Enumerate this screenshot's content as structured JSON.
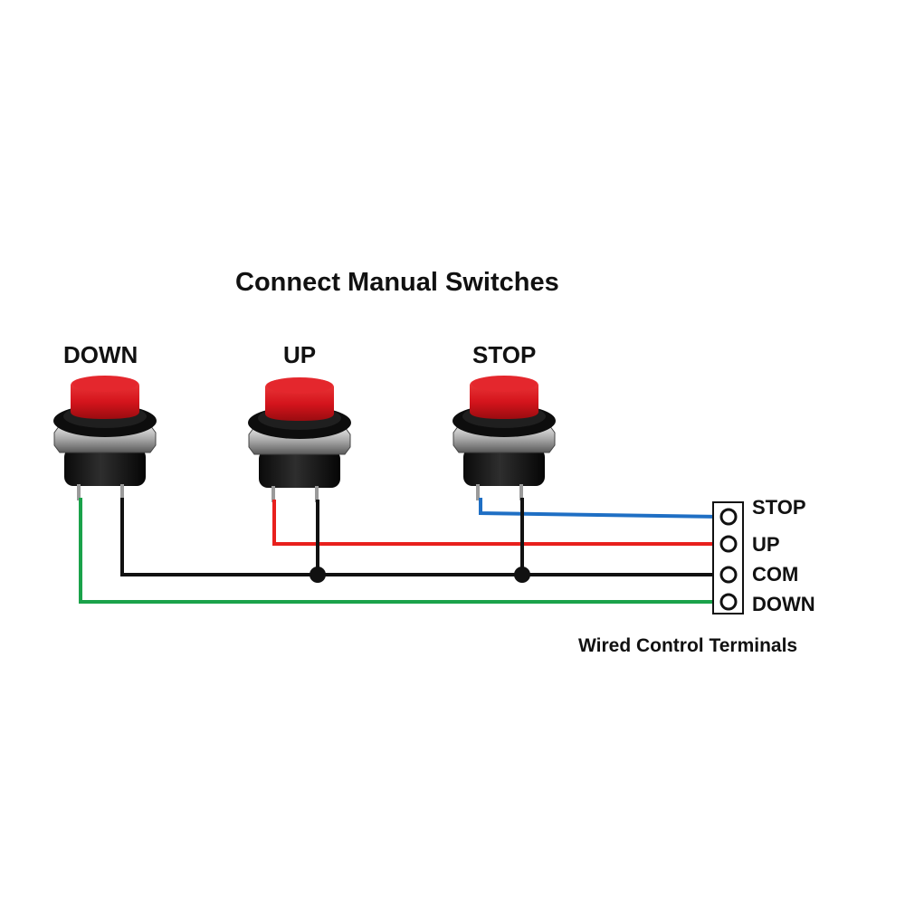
{
  "title": "Connect Manual Switches",
  "switches": [
    {
      "label": "DOWN"
    },
    {
      "label": "UP"
    },
    {
      "label": "STOP"
    }
  ],
  "terminals": [
    "STOP",
    "UP",
    "COM",
    "DOWN"
  ],
  "caption": "Wired Control Terminals",
  "colors": {
    "wire_stop": "#1f6fc4",
    "wire_up": "#e8201d",
    "wire_com": "#111111",
    "wire_down": "#1aa24a",
    "button_cap": "#d4141c"
  }
}
